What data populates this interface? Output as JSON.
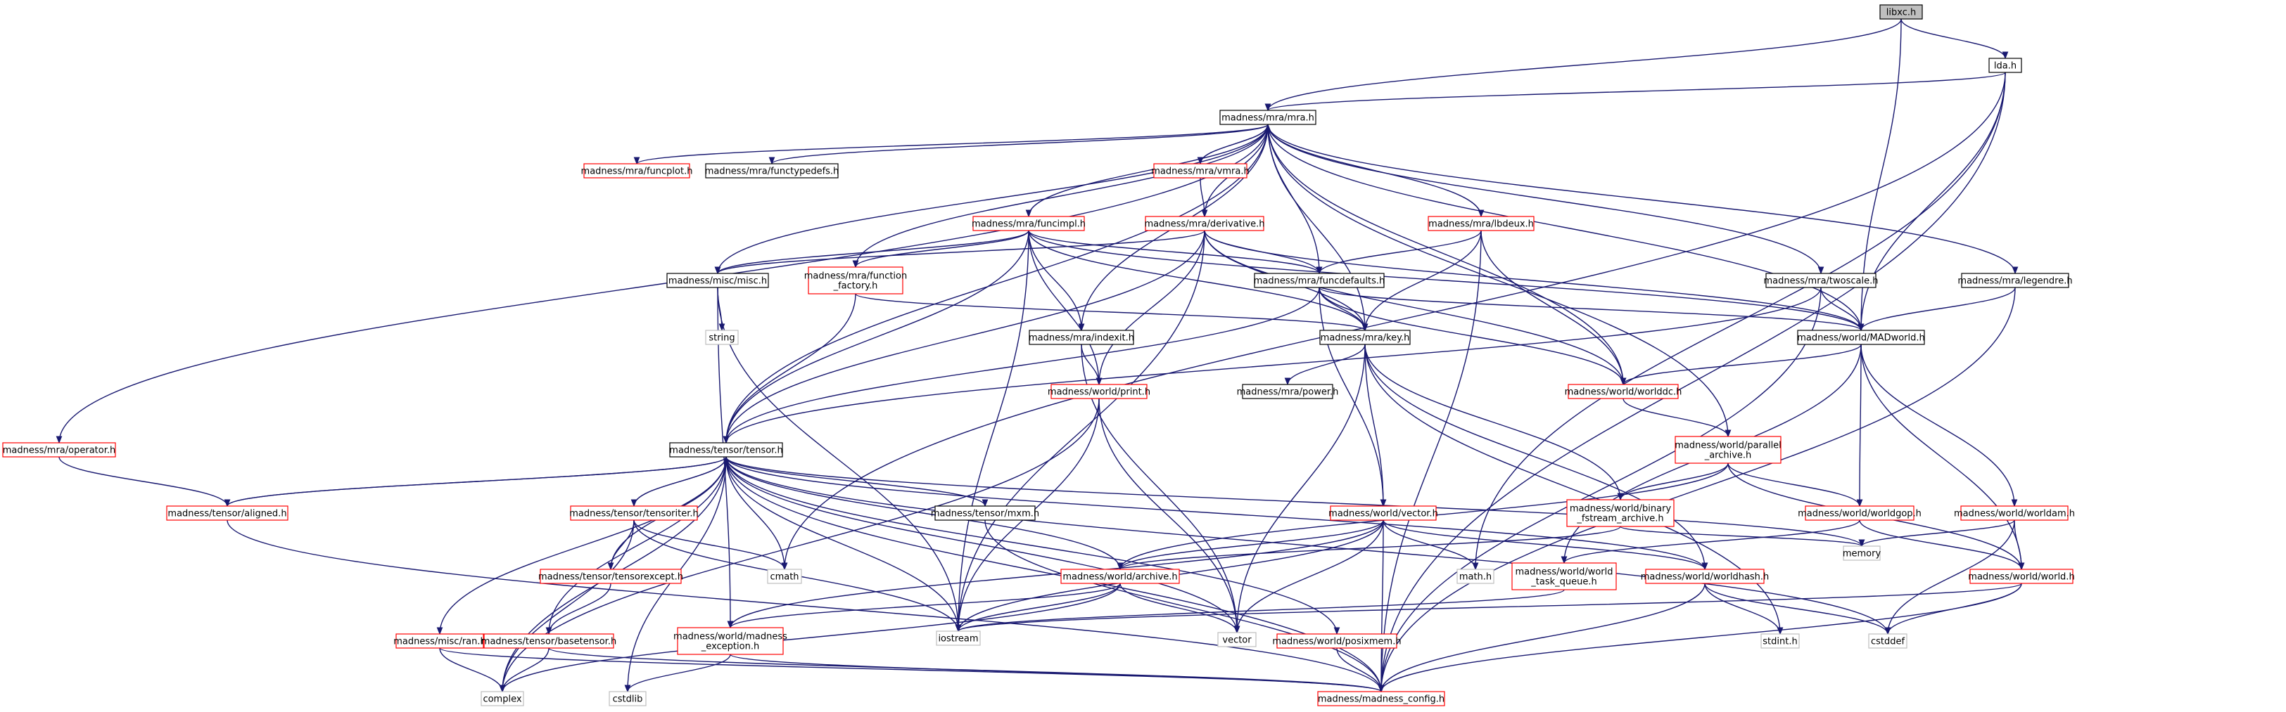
{
  "diagram": {
    "colors": {
      "edge": "#191970",
      "focus_fill": "#bfbfbf",
      "border_default": "#000000",
      "border_truncated": "#ff0000",
      "border_system": "#bfbfbf",
      "text": "#000000"
    },
    "nodes": [
      {
        "id": "libxc",
        "label": [
          "libxc.h"
        ],
        "style": "focus"
      },
      {
        "id": "lda",
        "label": [
          "lda.h"
        ],
        "style": "normal"
      },
      {
        "id": "mra",
        "label": [
          "madness/mra/mra.h"
        ],
        "style": "normal"
      },
      {
        "id": "funcplot",
        "label": [
          "madness/mra/funcplot.h"
        ],
        "style": "truncated"
      },
      {
        "id": "functypedefs",
        "label": [
          "madness/mra/functypedefs.h"
        ],
        "style": "normal"
      },
      {
        "id": "vmra",
        "label": [
          "madness/mra/vmra.h"
        ],
        "style": "truncated"
      },
      {
        "id": "funcimpl",
        "label": [
          "madness/mra/funcimpl.h"
        ],
        "style": "truncated"
      },
      {
        "id": "derivative",
        "label": [
          "madness/mra/derivative.h"
        ],
        "style": "truncated"
      },
      {
        "id": "lbdeux",
        "label": [
          "madness/mra/lbdeux.h"
        ],
        "style": "truncated"
      },
      {
        "id": "miscmisc",
        "label": [
          "madness/misc/misc.h"
        ],
        "style": "normal"
      },
      {
        "id": "function_factory",
        "label": [
          "madness/mra/function",
          "_factory.h"
        ],
        "style": "truncated"
      },
      {
        "id": "funcdefaults",
        "label": [
          "madness/mra/funcdefaults.h"
        ],
        "style": "normal"
      },
      {
        "id": "twoscale",
        "label": [
          "madness/mra/twoscale.h"
        ],
        "style": "normal"
      },
      {
        "id": "legendre",
        "label": [
          "madness/mra/legendre.h"
        ],
        "style": "normal"
      },
      {
        "id": "string",
        "label": [
          "string"
        ],
        "style": "system"
      },
      {
        "id": "indexit",
        "label": [
          "madness/mra/indexit.h"
        ],
        "style": "normal"
      },
      {
        "id": "key",
        "label": [
          "madness/mra/key.h"
        ],
        "style": "normal"
      },
      {
        "id": "madworld",
        "label": [
          "madness/world/MADworld.h"
        ],
        "style": "normal"
      },
      {
        "id": "print",
        "label": [
          "madness/world/print.h"
        ],
        "style": "truncated"
      },
      {
        "id": "power",
        "label": [
          "madness/mra/power.h"
        ],
        "style": "normal"
      },
      {
        "id": "worlddc",
        "label": [
          "madness/world/worlddc.h"
        ],
        "style": "truncated"
      },
      {
        "id": "operator",
        "label": [
          "madness/mra/operator.h"
        ],
        "style": "truncated"
      },
      {
        "id": "tensor",
        "label": [
          "madness/tensor/tensor.h"
        ],
        "style": "normal"
      },
      {
        "id": "parallel_archive",
        "label": [
          "madness/world/parallel",
          "_archive.h"
        ],
        "style": "truncated"
      },
      {
        "id": "aligned",
        "label": [
          "madness/tensor/aligned.h"
        ],
        "style": "truncated"
      },
      {
        "id": "tensoriter",
        "label": [
          "madness/tensor/tensoriter.h"
        ],
        "style": "truncated"
      },
      {
        "id": "mxm",
        "label": [
          "madness/tensor/mxm.h"
        ],
        "style": "normal"
      },
      {
        "id": "vector_h",
        "label": [
          "madness/world/vector.h"
        ],
        "style": "truncated"
      },
      {
        "id": "binary_fstream",
        "label": [
          "madness/world/binary",
          "_fstream_archive.h"
        ],
        "style": "truncated"
      },
      {
        "id": "worldgop",
        "label": [
          "madness/world/worldgop.h"
        ],
        "style": "truncated"
      },
      {
        "id": "worldam",
        "label": [
          "madness/world/worldam.h"
        ],
        "style": "truncated"
      },
      {
        "id": "cmath",
        "label": [
          "cmath"
        ],
        "style": "system"
      },
      {
        "id": "tensorexcept",
        "label": [
          "madness/tensor/tensorexcept.h"
        ],
        "style": "truncated"
      },
      {
        "id": "archive",
        "label": [
          "madness/world/archive.h"
        ],
        "style": "truncated"
      },
      {
        "id": "math_h",
        "label": [
          "math.h"
        ],
        "style": "system"
      },
      {
        "id": "world_task_queue",
        "label": [
          "madness/world/world",
          "_task_queue.h"
        ],
        "style": "truncated"
      },
      {
        "id": "worldhash",
        "label": [
          "madness/world/worldhash.h"
        ],
        "style": "truncated"
      },
      {
        "id": "memory",
        "label": [
          "memory"
        ],
        "style": "system"
      },
      {
        "id": "world_h",
        "label": [
          "madness/world/world.h"
        ],
        "style": "truncated"
      },
      {
        "id": "misc_ran",
        "label": [
          "madness/misc/ran.h"
        ],
        "style": "truncated"
      },
      {
        "id": "basetensor",
        "label": [
          "madness/tensor/basetensor.h"
        ],
        "style": "truncated"
      },
      {
        "id": "madness_exception",
        "label": [
          "madness/world/madness",
          "_exception.h"
        ],
        "style": "truncated"
      },
      {
        "id": "iostream",
        "label": [
          "iostream"
        ],
        "style": "system"
      },
      {
        "id": "vector_std",
        "label": [
          "vector"
        ],
        "style": "system"
      },
      {
        "id": "posixmem",
        "label": [
          "madness/world/posixmem.h"
        ],
        "style": "truncated"
      },
      {
        "id": "stdint",
        "label": [
          "stdint.h"
        ],
        "style": "system"
      },
      {
        "id": "cstddef",
        "label": [
          "cstddef"
        ],
        "style": "system"
      },
      {
        "id": "complex",
        "label": [
          "complex"
        ],
        "style": "system"
      },
      {
        "id": "cstdlib",
        "label": [
          "cstdlib"
        ],
        "style": "system"
      },
      {
        "id": "madness_config",
        "label": [
          "madness/madness_config.h"
        ],
        "style": "truncated"
      }
    ],
    "edges": [
      [
        "libxc",
        "lda"
      ],
      [
        "libxc",
        "mra"
      ],
      [
        "libxc",
        "madworld"
      ],
      [
        "lda",
        "mra"
      ],
      [
        "lda",
        "madworld"
      ],
      [
        "lda",
        "cmath"
      ],
      [
        "lda",
        "madness_config"
      ],
      [
        "lda",
        "math_h"
      ],
      [
        "mra",
        "funcplot"
      ],
      [
        "mra",
        "functypedefs"
      ],
      [
        "mra",
        "vmra"
      ],
      [
        "mra",
        "funcimpl"
      ],
      [
        "mra",
        "derivative"
      ],
      [
        "mra",
        "lbdeux"
      ],
      [
        "mra",
        "miscmisc"
      ],
      [
        "mra",
        "function_factory"
      ],
      [
        "mra",
        "funcdefaults"
      ],
      [
        "mra",
        "twoscale"
      ],
      [
        "mra",
        "legendre"
      ],
      [
        "mra",
        "indexit"
      ],
      [
        "mra",
        "key"
      ],
      [
        "mra",
        "madworld"
      ],
      [
        "mra",
        "worlddc"
      ],
      [
        "mra",
        "operator"
      ],
      [
        "mra",
        "tensor"
      ],
      [
        "mra",
        "parallel_archive"
      ],
      [
        "vmra",
        "mra"
      ],
      [
        "vmra",
        "derivative"
      ],
      [
        "funcimpl",
        "miscmisc"
      ],
      [
        "funcimpl",
        "function_factory"
      ],
      [
        "funcimpl",
        "funcdefaults"
      ],
      [
        "funcimpl",
        "indexit"
      ],
      [
        "funcimpl",
        "key"
      ],
      [
        "funcimpl",
        "madworld"
      ],
      [
        "funcimpl",
        "print"
      ],
      [
        "funcimpl",
        "tensor"
      ],
      [
        "funcimpl",
        "iostream"
      ],
      [
        "derivative",
        "miscmisc"
      ],
      [
        "derivative",
        "funcdefaults"
      ],
      [
        "derivative",
        "key"
      ],
      [
        "derivative",
        "madworld"
      ],
      [
        "derivative",
        "worlddc"
      ],
      [
        "derivative",
        "print"
      ],
      [
        "derivative",
        "tensor"
      ],
      [
        "derivative",
        "iostream"
      ],
      [
        "lbdeux",
        "funcdefaults"
      ],
      [
        "lbdeux",
        "key"
      ],
      [
        "lbdeux",
        "worlddc"
      ],
      [
        "lbdeux",
        "madness_config"
      ],
      [
        "miscmisc",
        "string"
      ],
      [
        "miscmisc",
        "iostream"
      ],
      [
        "miscmisc",
        "madness_exception"
      ],
      [
        "function_factory",
        "key"
      ],
      [
        "function_factory",
        "tensor"
      ],
      [
        "funcdefaults",
        "madworld"
      ],
      [
        "funcdefaults",
        "key"
      ],
      [
        "funcdefaults",
        "worlddc"
      ],
      [
        "funcdefaults",
        "tensor"
      ],
      [
        "funcdefaults",
        "vector_h"
      ],
      [
        "twoscale",
        "madworld"
      ],
      [
        "twoscale",
        "tensor"
      ],
      [
        "twoscale",
        "madness_config"
      ],
      [
        "legendre",
        "madworld"
      ],
      [
        "legendre",
        "madness_config"
      ],
      [
        "indexit",
        "print"
      ],
      [
        "indexit",
        "vector_std"
      ],
      [
        "key",
        "power"
      ],
      [
        "key",
        "vector_h"
      ],
      [
        "key",
        "binary_fstream"
      ],
      [
        "key",
        "worldhash"
      ],
      [
        "key",
        "vector_std"
      ],
      [
        "key",
        "stdint"
      ],
      [
        "madworld",
        "worlddc"
      ],
      [
        "madworld",
        "worldgop"
      ],
      [
        "madworld",
        "worldam"
      ],
      [
        "madworld",
        "world_h"
      ],
      [
        "madworld",
        "world_task_queue"
      ],
      [
        "print",
        "iostream"
      ],
      [
        "print",
        "vector_std"
      ],
      [
        "print",
        "complex"
      ],
      [
        "worlddc",
        "parallel_archive"
      ],
      [
        "operator",
        "aligned"
      ],
      [
        "parallel_archive",
        "archive"
      ],
      [
        "parallel_archive",
        "binary_fstream"
      ],
      [
        "parallel_archive",
        "worldgop"
      ],
      [
        "parallel_archive",
        "world_h"
      ],
      [
        "tensor",
        "aligned"
      ],
      [
        "tensor",
        "tensoriter"
      ],
      [
        "tensor",
        "mxm"
      ],
      [
        "tensor",
        "cmath"
      ],
      [
        "tensor",
        "tensorexcept"
      ],
      [
        "tensor",
        "archive"
      ],
      [
        "tensor",
        "misc_ran"
      ],
      [
        "tensor",
        "basetensor"
      ],
      [
        "tensor",
        "iostream"
      ],
      [
        "tensor",
        "vector_std"
      ],
      [
        "tensor",
        "posixmem"
      ],
      [
        "tensor",
        "worldhash"
      ],
      [
        "tensor",
        "memory"
      ],
      [
        "tensor",
        "cstddef"
      ],
      [
        "tensor",
        "complex"
      ],
      [
        "tensor",
        "cstdlib"
      ],
      [
        "tensor",
        "madness_config"
      ],
      [
        "aligned",
        "tensor"
      ],
      [
        "aligned",
        "madness_config"
      ],
      [
        "tensoriter",
        "tensor"
      ],
      [
        "tensoriter",
        "tensorexcept"
      ],
      [
        "tensoriter",
        "complex"
      ],
      [
        "tensoriter",
        "iostream"
      ],
      [
        "tensoriter",
        "cmath"
      ],
      [
        "mxm",
        "madness_config"
      ],
      [
        "vector_h",
        "archive"
      ],
      [
        "vector_h",
        "worldhash"
      ],
      [
        "vector_h",
        "math_h"
      ],
      [
        "vector_h",
        "iostream"
      ],
      [
        "vector_h",
        "vector_std"
      ],
      [
        "vector_h",
        "madness_config"
      ],
      [
        "vector_h",
        "madness_exception"
      ],
      [
        "binary_fstream",
        "archive"
      ],
      [
        "binary_fstream",
        "memory"
      ],
      [
        "worldgop",
        "world_h"
      ],
      [
        "worldgop",
        "world_task_queue"
      ],
      [
        "worldam",
        "world_h"
      ],
      [
        "worldam",
        "memory"
      ],
      [
        "worldam",
        "cstddef"
      ],
      [
        "tensorexcept",
        "basetensor"
      ],
      [
        "archive",
        "iostream"
      ],
      [
        "archive",
        "vector_std"
      ],
      [
        "archive",
        "complex"
      ],
      [
        "archive",
        "madness_exception"
      ],
      [
        "world_task_queue",
        "iostream"
      ],
      [
        "worldhash",
        "stdint"
      ],
      [
        "worldhash",
        "cstddef"
      ],
      [
        "worldhash",
        "madness_config"
      ],
      [
        "world_h",
        "iostream"
      ],
      [
        "world_h",
        "cstddef"
      ],
      [
        "world_h",
        "madness_config"
      ],
      [
        "misc_ran",
        "complex"
      ],
      [
        "misc_ran",
        "madness_config"
      ],
      [
        "basetensor",
        "complex"
      ],
      [
        "basetensor",
        "madness_config"
      ],
      [
        "madness_exception",
        "cstdlib"
      ],
      [
        "madness_exception",
        "madness_config"
      ],
      [
        "posixmem",
        "madness_config"
      ]
    ]
  }
}
